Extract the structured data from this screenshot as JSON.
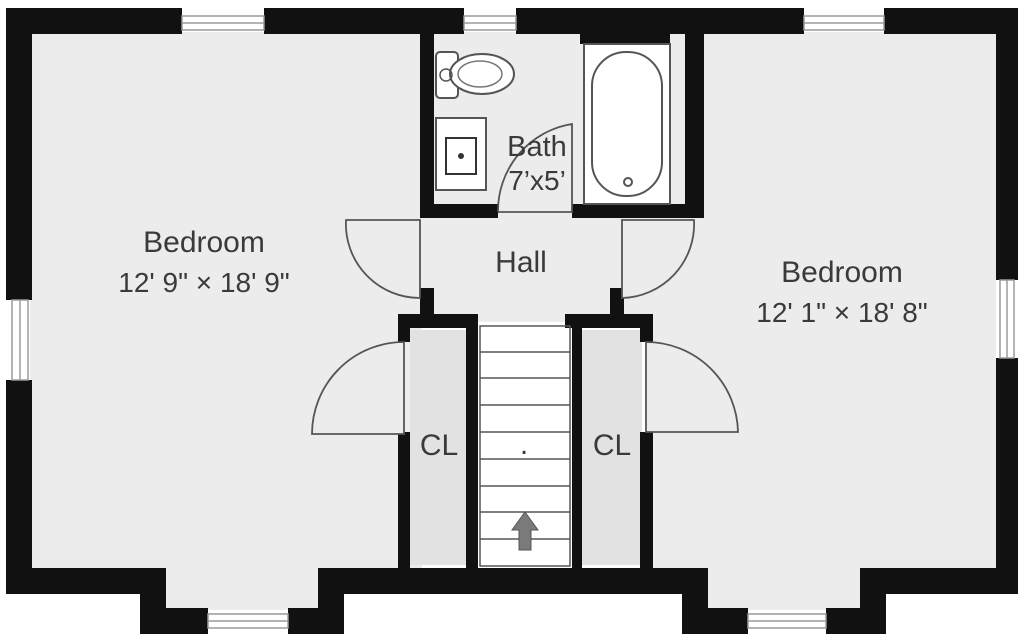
{
  "rooms": {
    "bedroom_left": {
      "name": "Bedroom",
      "dims": "12' 9\" × 18' 9\""
    },
    "bedroom_right": {
      "name": "Bedroom",
      "dims": "12' 1\" × 18' 8\""
    },
    "bath": {
      "name": "Bath",
      "dims": "7’x5’"
    },
    "hall": {
      "name": "Hall"
    },
    "closet_left": {
      "name": "CL"
    },
    "closet_right": {
      "name": "CL"
    },
    "stairs": {
      "mark": "."
    }
  },
  "colors": {
    "wall": "#111111",
    "floor": "#ececec",
    "closet_floor": "#e2e2e2",
    "background": "#ffffff",
    "arrow": "#7a7a7a"
  }
}
